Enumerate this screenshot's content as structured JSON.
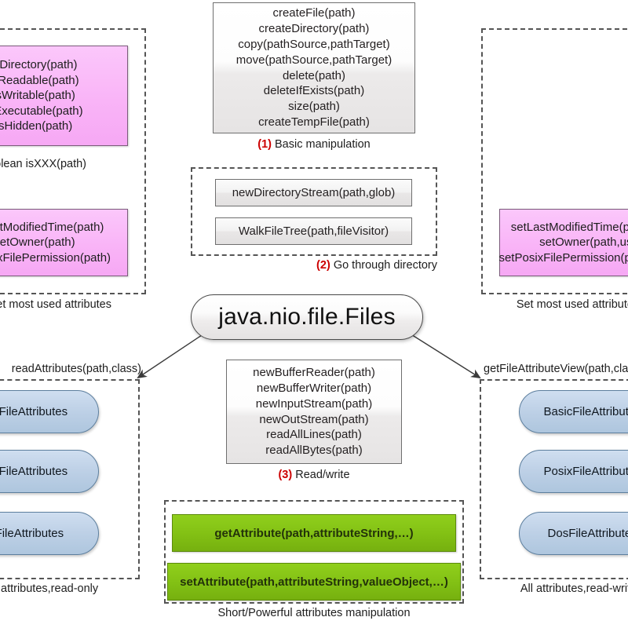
{
  "diagram": {
    "center_node": "java.nio.file.Files",
    "groups": {
      "get_attributes": {
        "caption": "Get most used attributes",
        "box1_lines": [
          "isDirectory(path)",
          "isReadable(path)",
          "isWritable(path)",
          "isExecutable(path)",
          "isHidden(path)"
        ],
        "box1_footer": "boolean    isXXX(path)",
        "box2_lines": [
          "getLastModifiedTime(path)",
          "getOwner(path)",
          "getPosixFilePermission(path)"
        ]
      },
      "set_attributes": {
        "caption": "Set most used attributes",
        "box_lines": [
          "setLastModifiedTime(path,time)",
          "setOwner(path,user)",
          "setPosixFilePermission(path,perms)"
        ]
      },
      "basic_manipulation": {
        "number": "(1)",
        "caption": "Basic manipulation",
        "lines": [
          "createFile(path)",
          "createDirectory(path)",
          "copy(pathSource,pathTarget)",
          "move(pathSource,pathTarget)",
          "delete(path)",
          "deleteIfExists(path)",
          "size(path)",
          "createTempFile(path)"
        ]
      },
      "go_through_directory": {
        "number": "(2)",
        "caption": "Go through directory",
        "items": [
          "newDirectoryStream(path,glob)",
          "WalkFileTree(path,fileVisitor)"
        ]
      },
      "read_write": {
        "number": "(3)",
        "caption": "Read/write",
        "lines": [
          "newBufferReader(path)",
          "newBufferWriter(path)",
          "newInputStream(path)",
          "newOutStream(path)",
          "readAllLines(path)",
          "readAllBytes(path)"
        ]
      },
      "short_powerful": {
        "caption": "Short/Powerful attributes manipulation",
        "items": [
          "getAttribute(path,attributeString,…)",
          "setAttribute(path,attributeString,valueObject,…)"
        ]
      },
      "read_attributes": {
        "edge_label": "readAttributes(path,class)",
        "caption": "All attributes,read-only",
        "items": [
          "BasicFileAttributes",
          "PosixFileAttributes",
          "DosFileAttributes"
        ]
      },
      "attribute_views": {
        "edge_label": "getFileAttributeView(path,class)",
        "caption": "All attributes,read-write",
        "items": [
          "BasicFileAttributeView",
          "PosixFileAttributeView",
          "DosFileAttributeView"
        ]
      }
    },
    "colors": {
      "pink": "#f9b4f7",
      "green": "#82c014",
      "blue": "#bdd0e6",
      "accent_red": "#cc0000",
      "line": "#555555",
      "background": "#ffffff"
    }
  }
}
